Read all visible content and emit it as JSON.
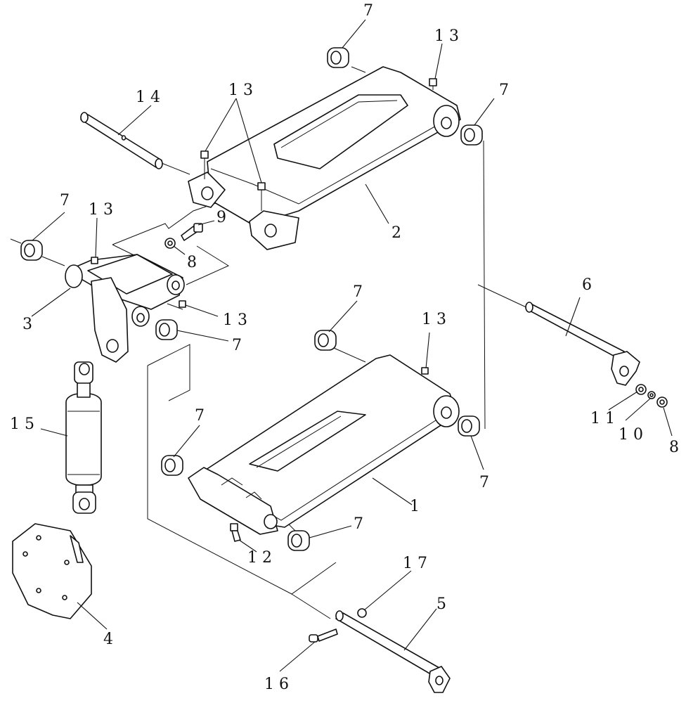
{
  "labels": {
    "l7a": "7",
    "l13a": "1 3",
    "l7b": "7",
    "l14": "1 4",
    "l13b": "1 3",
    "l7c": "7",
    "l13c": "1 3",
    "l9": "9",
    "l2": "2",
    "l8a": "8",
    "l3": "3",
    "l13d": "1 3",
    "l7d": "7",
    "l6": "6",
    "l7e": "7",
    "l13e": "1 3",
    "l15": "1 5",
    "l11": "1 1",
    "l10": "1 0",
    "l8b": "8",
    "l7f": "7",
    "l7g": "7",
    "l1": "1",
    "l7h": "7",
    "l12": "1 2",
    "l17": "1 7",
    "l5": "5",
    "l4": "4",
    "l16": "1 6"
  },
  "colors": {
    "line": "#111111",
    "background": "#ffffff"
  }
}
